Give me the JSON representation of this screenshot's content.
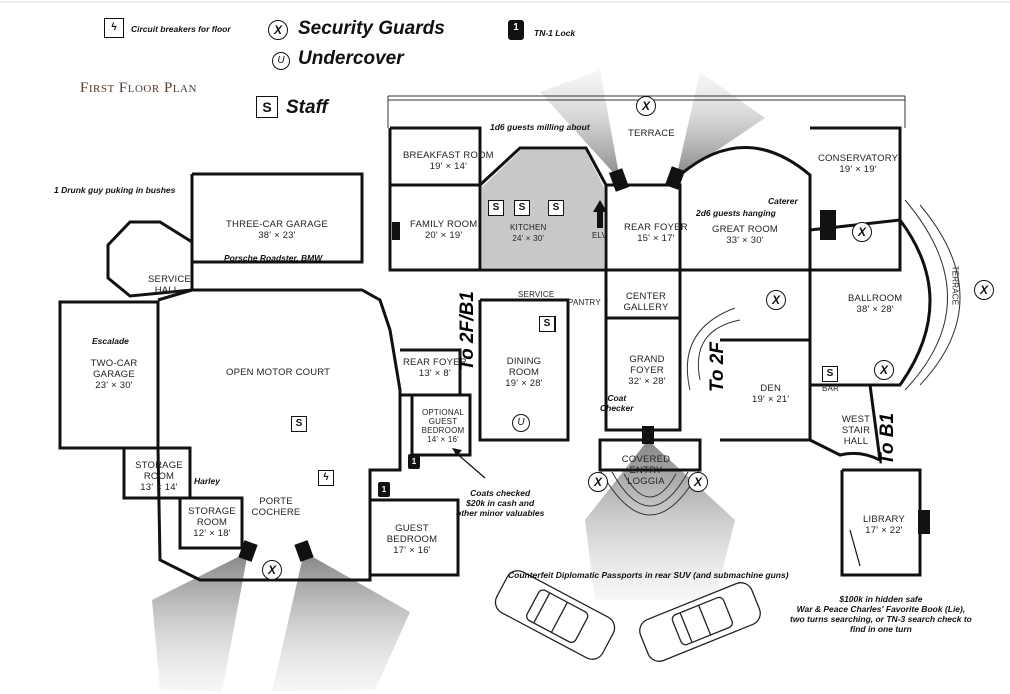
{
  "plan_title": "First Floor Plan",
  "legend": {
    "breakers": "Circuit breakers for floor",
    "lock": "TN-1 Lock",
    "guards": "Security Guards",
    "undercover": "Undercover",
    "staff": "Staff",
    "guard_symbol": "X",
    "undercover_symbol": "U",
    "staff_symbol": "S"
  },
  "rooms": [
    {
      "id": "breakfast",
      "name": "Breakfast Room",
      "dim": "19' × 14'"
    },
    {
      "id": "family",
      "name": "Family Room",
      "dim": "20' × 19'"
    },
    {
      "id": "kitchen",
      "name": "Kitchen",
      "dim": "24' × 30'"
    },
    {
      "id": "elv",
      "name": "ELV",
      "dim": ""
    },
    {
      "id": "rear-foyer-2",
      "name": "Rear Foyer",
      "dim": "15' × 17'"
    },
    {
      "id": "terrace-top",
      "name": "Terrace",
      "dim": ""
    },
    {
      "id": "great-room",
      "name": "Great Room",
      "dim": "33' × 30'"
    },
    {
      "id": "conservatory",
      "name": "Conservatory",
      "dim": "19' × 19'"
    },
    {
      "id": "three-car",
      "name": "Three-Car Garage",
      "dim": "38' × 23'"
    },
    {
      "id": "service-hall",
      "name": "Service Hall",
      "dim": ""
    },
    {
      "id": "service",
      "name": "Service",
      "dim": ""
    },
    {
      "id": "pantry",
      "name": "Pantry",
      "dim": ""
    },
    {
      "id": "center-gallery",
      "name": "Center Gallery",
      "dim": ""
    },
    {
      "id": "ballroom",
      "name": "Ballroom",
      "dim": "38' × 28'"
    },
    {
      "id": "terrace-side",
      "name": "Terrace",
      "dim": ""
    },
    {
      "id": "two-car",
      "name": "Two-Car Garage",
      "dim": "23' × 30'"
    },
    {
      "id": "motor-court",
      "name": "Open Motor Court",
      "dim": ""
    },
    {
      "id": "rear-foyer-1",
      "name": "Rear Foyer",
      "dim": "13' × 8'"
    },
    {
      "id": "dining",
      "name": "Dining Room",
      "dim": "19' × 28'"
    },
    {
      "id": "grand-foyer",
      "name": "Grand Foyer",
      "dim": "32' × 28'"
    },
    {
      "id": "den",
      "name": "Den",
      "dim": "19' × 21'"
    },
    {
      "id": "bar",
      "name": "Bar",
      "dim": ""
    },
    {
      "id": "west-stair",
      "name": "West Stair Hall",
      "dim": ""
    },
    {
      "id": "optional-guest",
      "name": "Optional Guest Bedroom",
      "dim": "14' × 16'"
    },
    {
      "id": "storage-1",
      "name": "Storage Room",
      "dim": "13' × 14'"
    },
    {
      "id": "storage-2",
      "name": "Storage Room",
      "dim": "12' × 18'"
    },
    {
      "id": "porte",
      "name": "Porte Cochere",
      "dim": ""
    },
    {
      "id": "loggia",
      "name": "Covered Entry Loggia",
      "dim": ""
    },
    {
      "id": "guest-bed",
      "name": "Guest Bedroom",
      "dim": "17' × 16'"
    },
    {
      "id": "library",
      "name": "Library",
      "dim": "17' × 22'"
    }
  ],
  "notes": {
    "drunk": "1 Drunk guy puking in bushes",
    "guests_milling": "1d6 guests milling about",
    "caterer": "Caterer",
    "guests_hanging": "2d6 guests hanging",
    "porsche": "Porsche Roadster, BMW",
    "escalade": "Escalade",
    "harley": "Harley",
    "coat_checker": "Coat\nChecker",
    "coats": "Coats checked\n$20k in cash and\nother minor valuables",
    "passports": "Counterfeit Diplomatic Passports in rear SUV (and submachine guns)",
    "safe": "$100k in hidden safe\nWar & Peace Charles' Favorite Book (Lie),\ntwo turns searching, or TN-3 search check to\nfind in one turn"
  },
  "stairs": {
    "b1_2f": "To 2F/B1",
    "to_2f": "To 2F",
    "to_b1": "To B1"
  },
  "colors": {
    "wall": "#111111",
    "cone": "#8a8a8a",
    "kitchen_fill": "#c8c8c8",
    "title": "#5a3a28"
  }
}
